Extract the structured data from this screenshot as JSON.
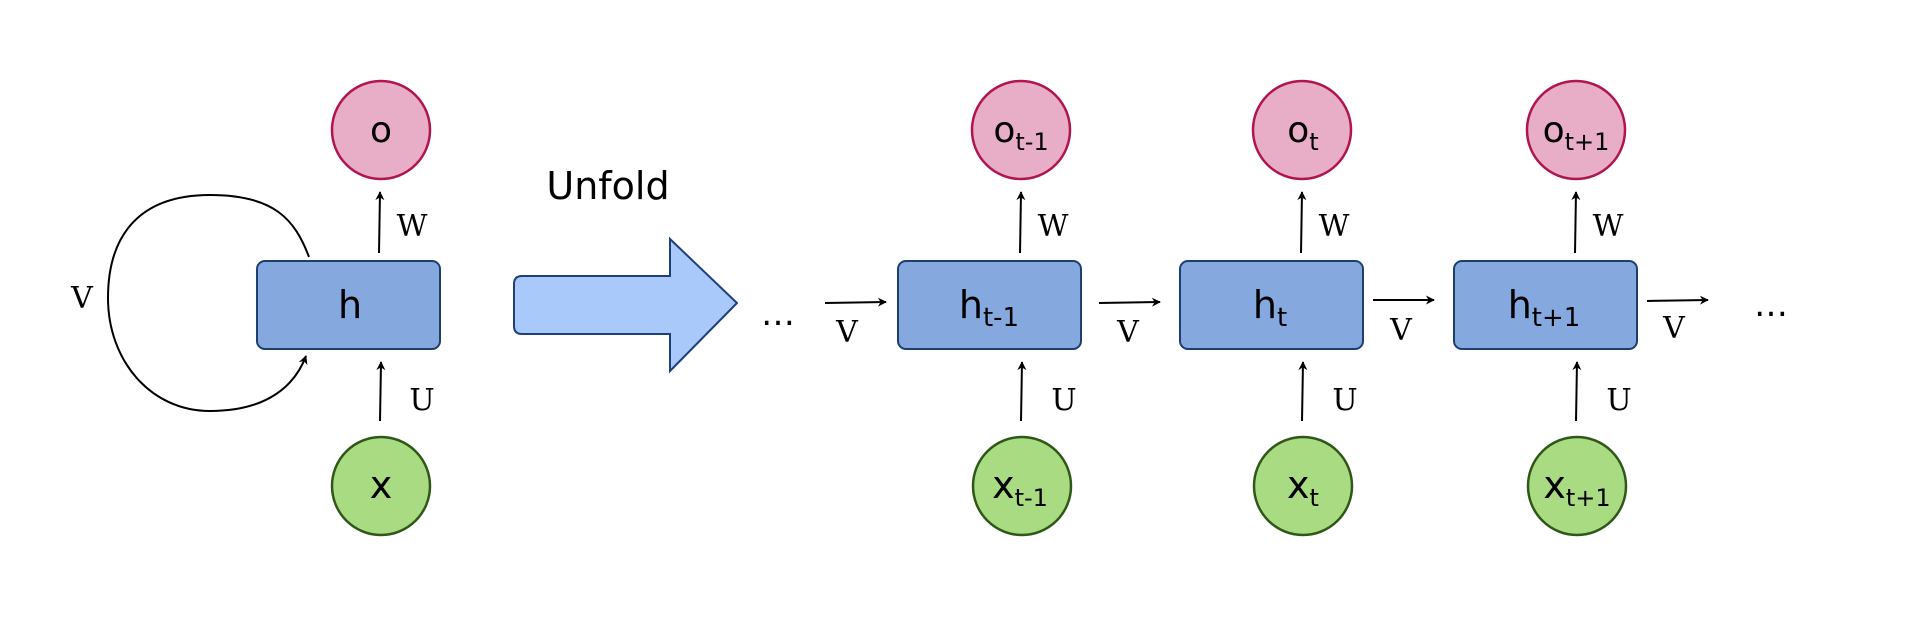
{
  "diagram": {
    "folded": {
      "output_label": "o",
      "hidden_label": "h",
      "input_label": "x",
      "weight_w": "W",
      "weight_u": "U",
      "weight_v": "V"
    },
    "unfold_label": "Unfold",
    "ellipsis": "…",
    "steps": [
      {
        "o": "o",
        "o_sub": "t-1",
        "h": "h",
        "h_sub": "t-1",
        "x": "x",
        "x_sub": "t-1",
        "w": "W",
        "u": "U"
      },
      {
        "o": "o",
        "o_sub": "t",
        "h": "h",
        "h_sub": "t",
        "x": "x",
        "x_sub": "t",
        "w": "W",
        "u": "U"
      },
      {
        "o": "o",
        "o_sub": "t+1",
        "h": "h",
        "h_sub": "t+1",
        "x": "x",
        "x_sub": "t+1",
        "w": "W",
        "u": "U"
      }
    ],
    "recurrent_labels": [
      "V",
      "V",
      "V",
      "V"
    ],
    "colors": {
      "output_fill": "#e8aec7",
      "output_stroke": "#b0154e",
      "hidden_fill": "#85a8de",
      "hidden_stroke": "#1e3f6e",
      "input_fill": "#a9dc82",
      "input_stroke": "#2f5818",
      "arrow_fill": "#a9c9fb",
      "arrow_stroke": "#1e3f7a",
      "line": "#000000"
    }
  }
}
